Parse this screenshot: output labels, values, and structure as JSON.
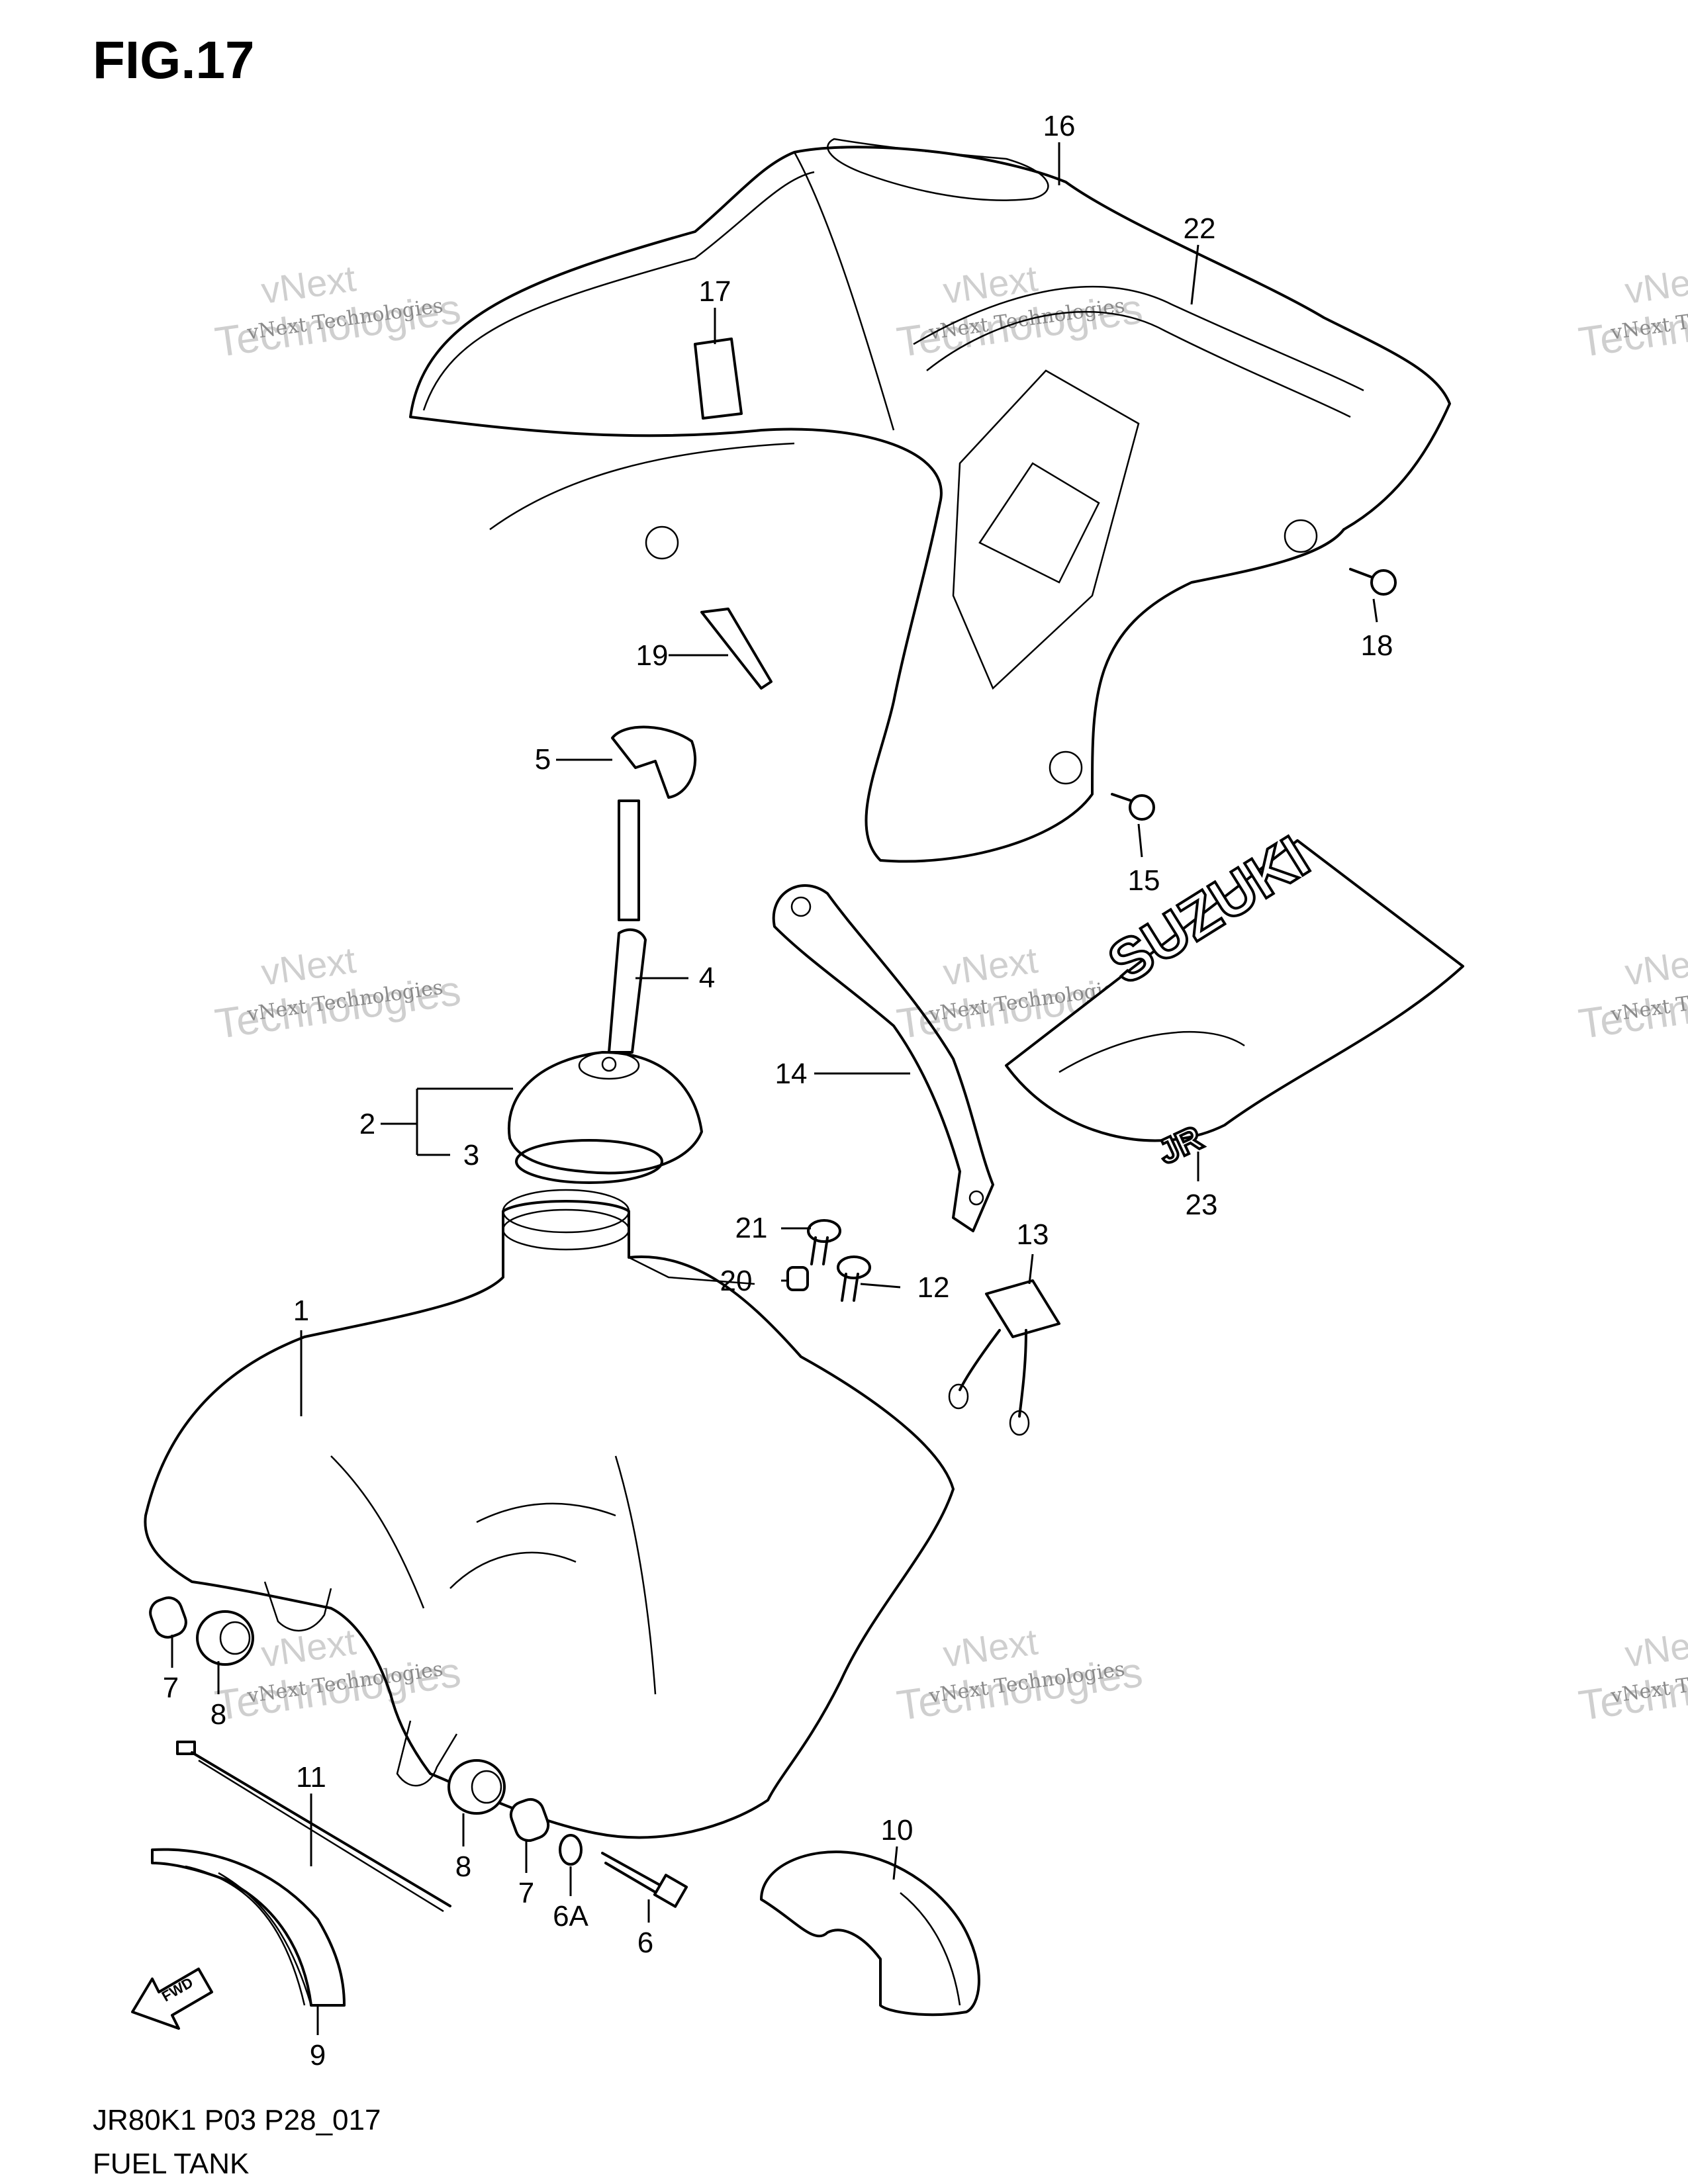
{
  "figure": {
    "title": "FIG.17",
    "footer_code": "JR80K1 P03 P28_017",
    "footer_name": "FUEL TANK"
  },
  "watermark": {
    "line1": "vNext Technologies",
    "line2": "vNext",
    "line3": "Technologies"
  },
  "decals": {
    "brand": "SUZUKI",
    "fwd": "FWD",
    "model": "JR"
  },
  "callouts": [
    "1",
    "2",
    "3",
    "4",
    "5",
    "6",
    "6A",
    "7",
    "7",
    "8",
    "8",
    "9",
    "10",
    "11",
    "12",
    "13",
    "14",
    "15",
    "16",
    "17",
    "18",
    "19",
    "20",
    "21",
    "22",
    "23"
  ]
}
